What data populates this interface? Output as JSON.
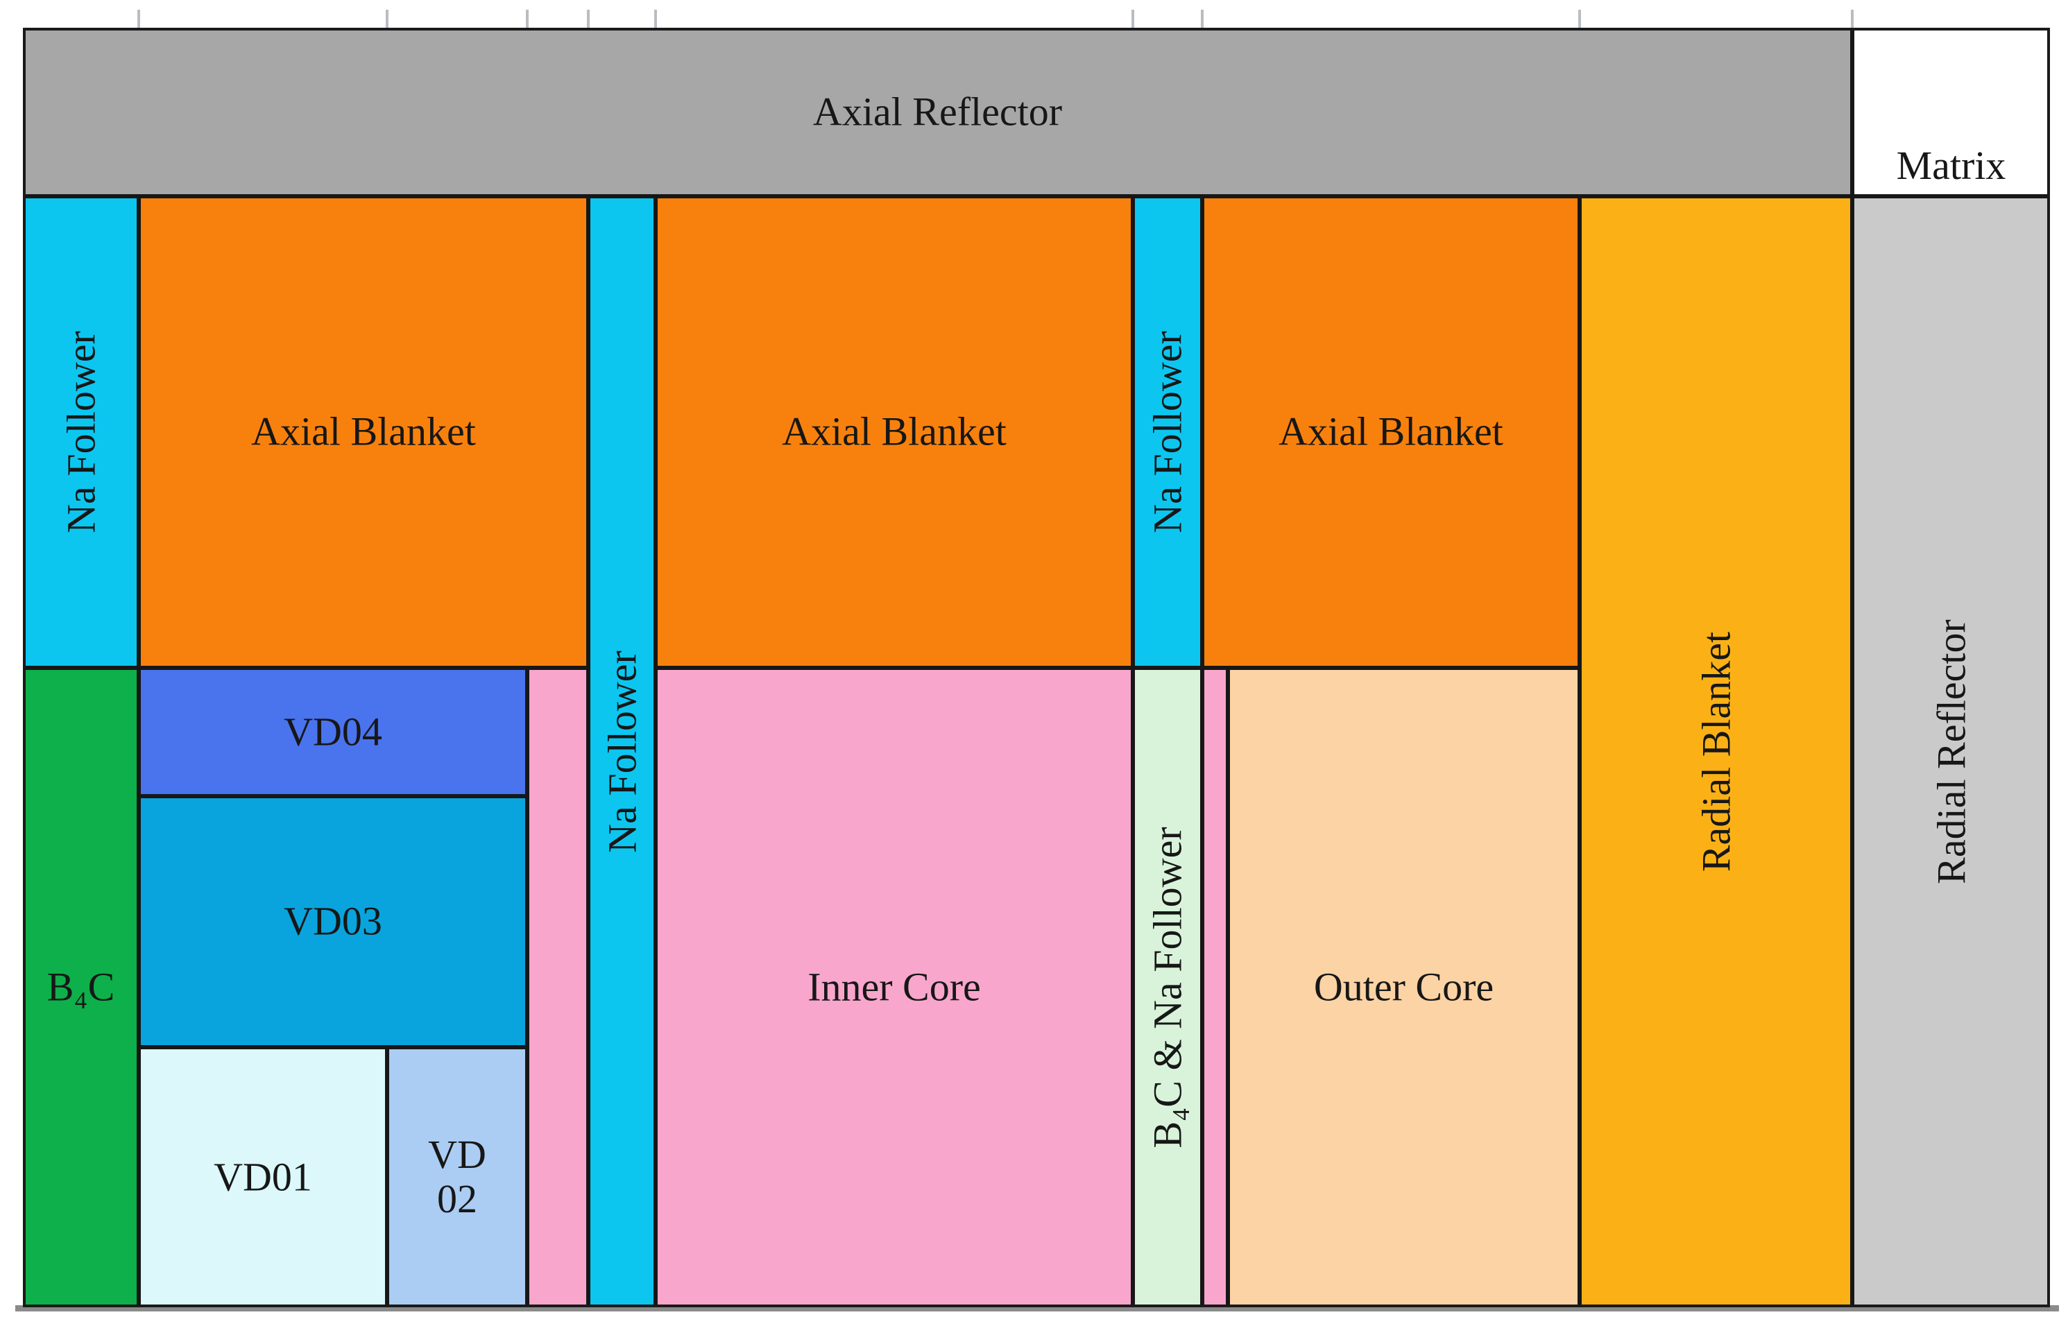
{
  "diagram": {
    "border_color": "#171717",
    "regions": {
      "axial_reflector": {
        "label": "Axial Reflector",
        "color": "#a7a7a7"
      },
      "matrix": {
        "label": "Matrix",
        "color": "#ffffff"
      },
      "na_follower_left": {
        "label": "Na Follower",
        "color": "#0cc6f0"
      },
      "b4c": {
        "label": "B₄C",
        "color": "#0db04a"
      },
      "axial_blanket_1": {
        "label": "Axial Blanket",
        "color": "#f8810d"
      },
      "vd04": {
        "label": "VD04",
        "color": "#4a73ee"
      },
      "vd03": {
        "label": "VD03",
        "color": "#09a4dd"
      },
      "vd01": {
        "label": "VD01",
        "color": "#dcf8fa"
      },
      "vd02": {
        "label": "VD 02",
        "lines": [
          "VD",
          "02"
        ],
        "color": "#abcdf3"
      },
      "inner_core_sliver_left": {
        "color": "#f9a6cc"
      },
      "na_follower_mid": {
        "label": "Na Follower",
        "color": "#0cc6f0"
      },
      "axial_blanket_2": {
        "label": "Axial Blanket",
        "color": "#f8810d"
      },
      "inner_core": {
        "label": "Inner Core",
        "color": "#f9a6cc"
      },
      "na_follower_right": {
        "label": "Na Follower",
        "color": "#0cc6f0"
      },
      "b4c_na_follower": {
        "label": "B₄C & Na Follower",
        "color": "#d9f3da"
      },
      "axial_blanket_3": {
        "label": "Axial Blanket",
        "color": "#f8810d"
      },
      "inner_core_sliver_right": {
        "color": "#f9a6cc"
      },
      "outer_core": {
        "label": "Outer Core",
        "color": "#fcd3a4"
      },
      "radial_blanket": {
        "label": "Radial Blanket",
        "color": "#fbb116"
      },
      "radial_reflector": {
        "label": "Radial Reflector",
        "color": "#cacaca"
      }
    }
  }
}
